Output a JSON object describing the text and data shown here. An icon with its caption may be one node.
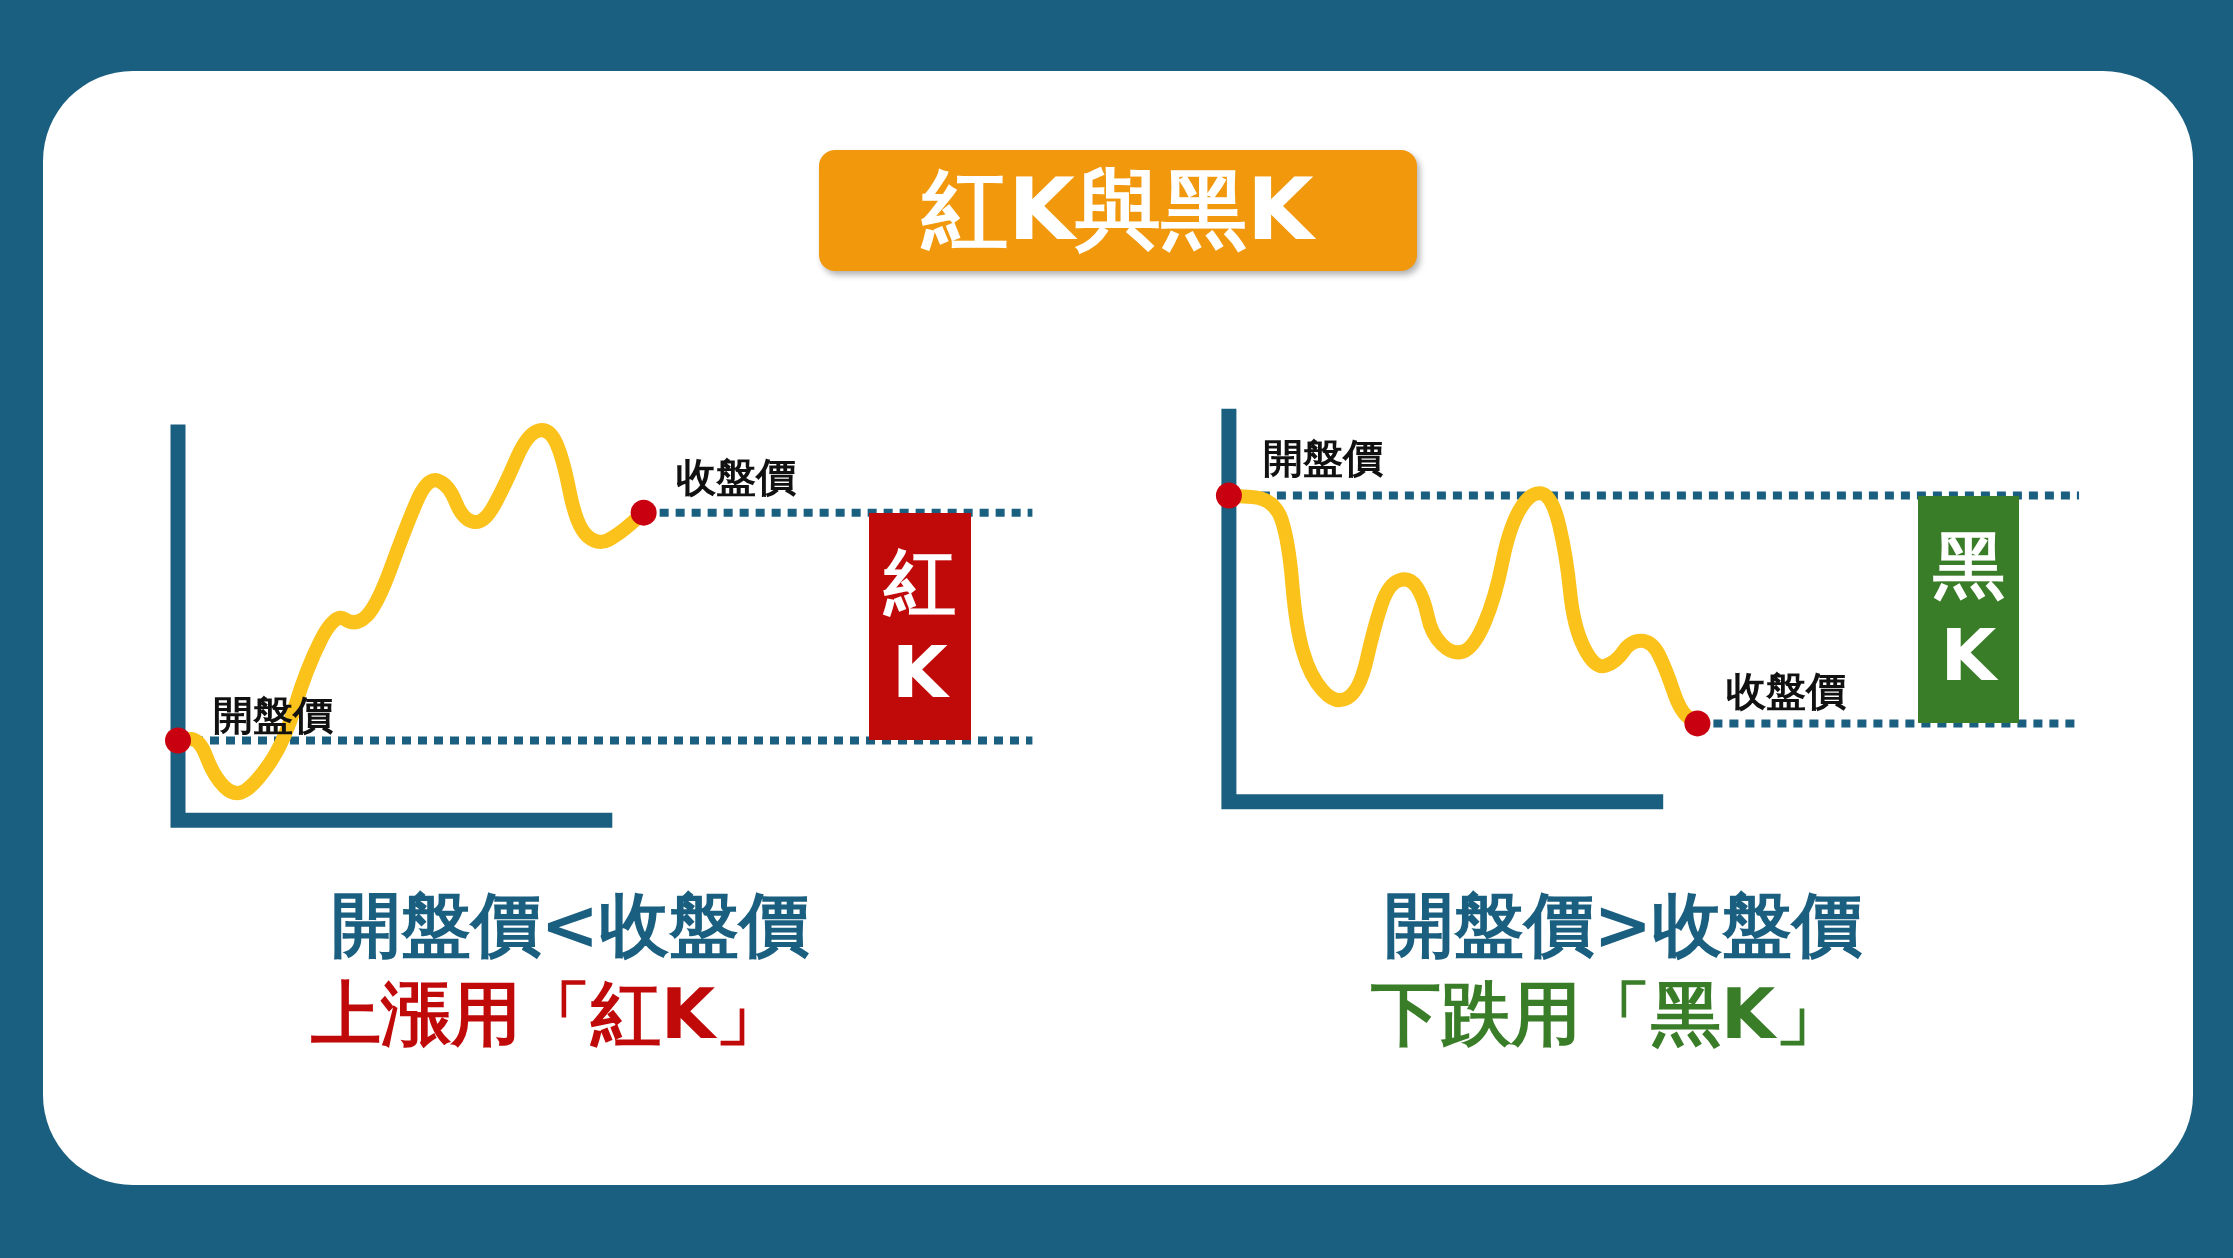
{
  "diagram": {
    "title": "紅K與黑K",
    "nodes": [
      {
        "text": [
          "紅K"
        ]
      },
      {
        "text": [
          "黑K"
        ]
      }
    ],
    "labels": [
      "收盤價",
      "開盤價",
      "開盤價",
      "收盤價",
      "開盤價<收盤價",
      "上漲用「紅K」",
      "開盤價>收盤價",
      "下跌用「黑K」"
    ]
  }
}
